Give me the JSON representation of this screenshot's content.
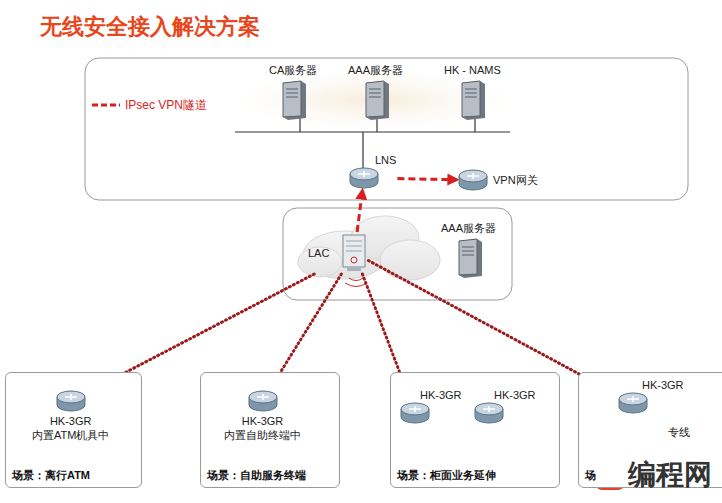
{
  "diagram": {
    "title": "无线安全接入解决方案",
    "nodes": [
      {
        "text": [
          "CA服务器"
        ]
      },
      {
        "text": [
          "AAA服务器"
        ]
      },
      {
        "text": [
          "HK - NAMS"
        ]
      },
      {
        "text": [
          "LNS"
        ]
      },
      {
        "text": [
          "VPN网关"
        ]
      },
      {
        "text": [
          "LAC"
        ]
      },
      {
        "text": [
          "AAA服务器"
        ]
      },
      {
        "text": [
          "场景：离行ATM"
        ]
      },
      {
        "text": [
          "HK-3GR",
          "内置ATM机具中"
        ],
        "in": 7
      },
      {
        "text": [
          "场景：自助服务终端"
        ]
      },
      {
        "text": [
          "HK-3GR",
          "内置自助终端中"
        ],
        "in": 9
      },
      {
        "text": [
          "场景：柜面业务延伸"
        ]
      },
      {
        "text": [
          "HK-3GR"
        ],
        "in": 11
      },
      {
        "text": [
          "HK-3GR"
        ],
        "in": 11
      },
      {
        "text": [
          "场"
        ]
      },
      {
        "text": [
          "HK-3GR"
        ],
        "in": 14
      }
    ],
    "edges": [
      {
        "from": 5,
        "to": 3,
        "arrow": "to"
      },
      {
        "from": 3,
        "to": 4,
        "arrow": "to"
      },
      {
        "from": 5,
        "to": 8,
        "arrow": "none"
      },
      {
        "from": 5,
        "to": 10,
        "arrow": "none"
      },
      {
        "from": 5,
        "to": 12,
        "arrow": "none"
      },
      {
        "from": 5,
        "to": 15,
        "arrow": "none"
      }
    ],
    "labels": [
      "专线",
      "编程网"
    ],
    "legend": [
      {
        "text": "IPsec VPN隧道"
      }
    ]
  }
}
